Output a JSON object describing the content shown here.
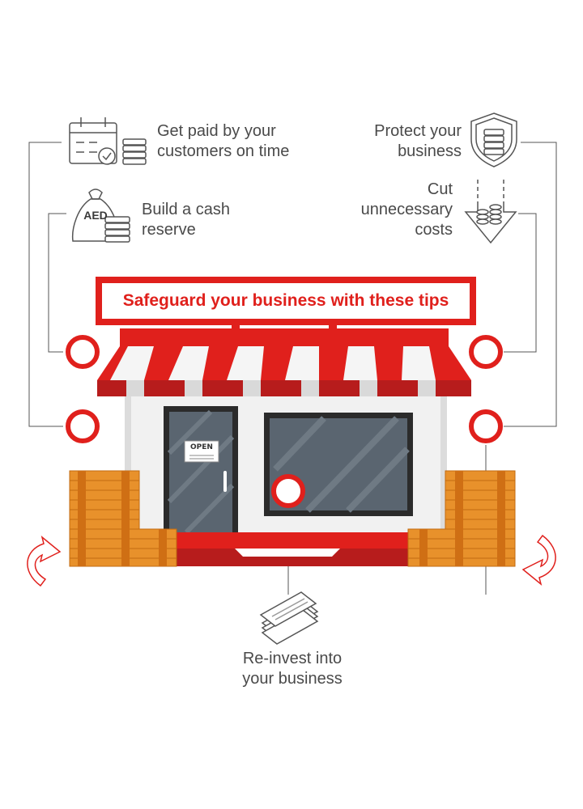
{
  "banner": {
    "title": "Safeguard your business with these tips"
  },
  "tips": [
    {
      "id": "get-paid",
      "lines": [
        "Get paid by your",
        "customers on time"
      ],
      "icon": "calendar-check-coins-icon"
    },
    {
      "id": "cash-reserve",
      "lines": [
        "Build a cash",
        "reserve"
      ],
      "icon": "aed-money-bag-icon",
      "icon_text": "AED"
    },
    {
      "id": "protect",
      "lines": [
        "Protect your",
        "business"
      ],
      "icon": "shield-coins-icon"
    },
    {
      "id": "cut-costs",
      "lines": [
        "Cut",
        "unnecessary",
        "costs"
      ],
      "icon": "coins-down-arrow-icon"
    },
    {
      "id": "reinvest",
      "lines": [
        "Re-invest into",
        "your business"
      ],
      "icon": "cash-stack-icon"
    }
  ],
  "shop": {
    "door_sign": "OPEN"
  },
  "colors": {
    "accent": "#e0201c",
    "dark_red": "#b71c1c",
    "text": "#4a4a4a",
    "coin": "#e8912b",
    "window": "#5a6570"
  }
}
